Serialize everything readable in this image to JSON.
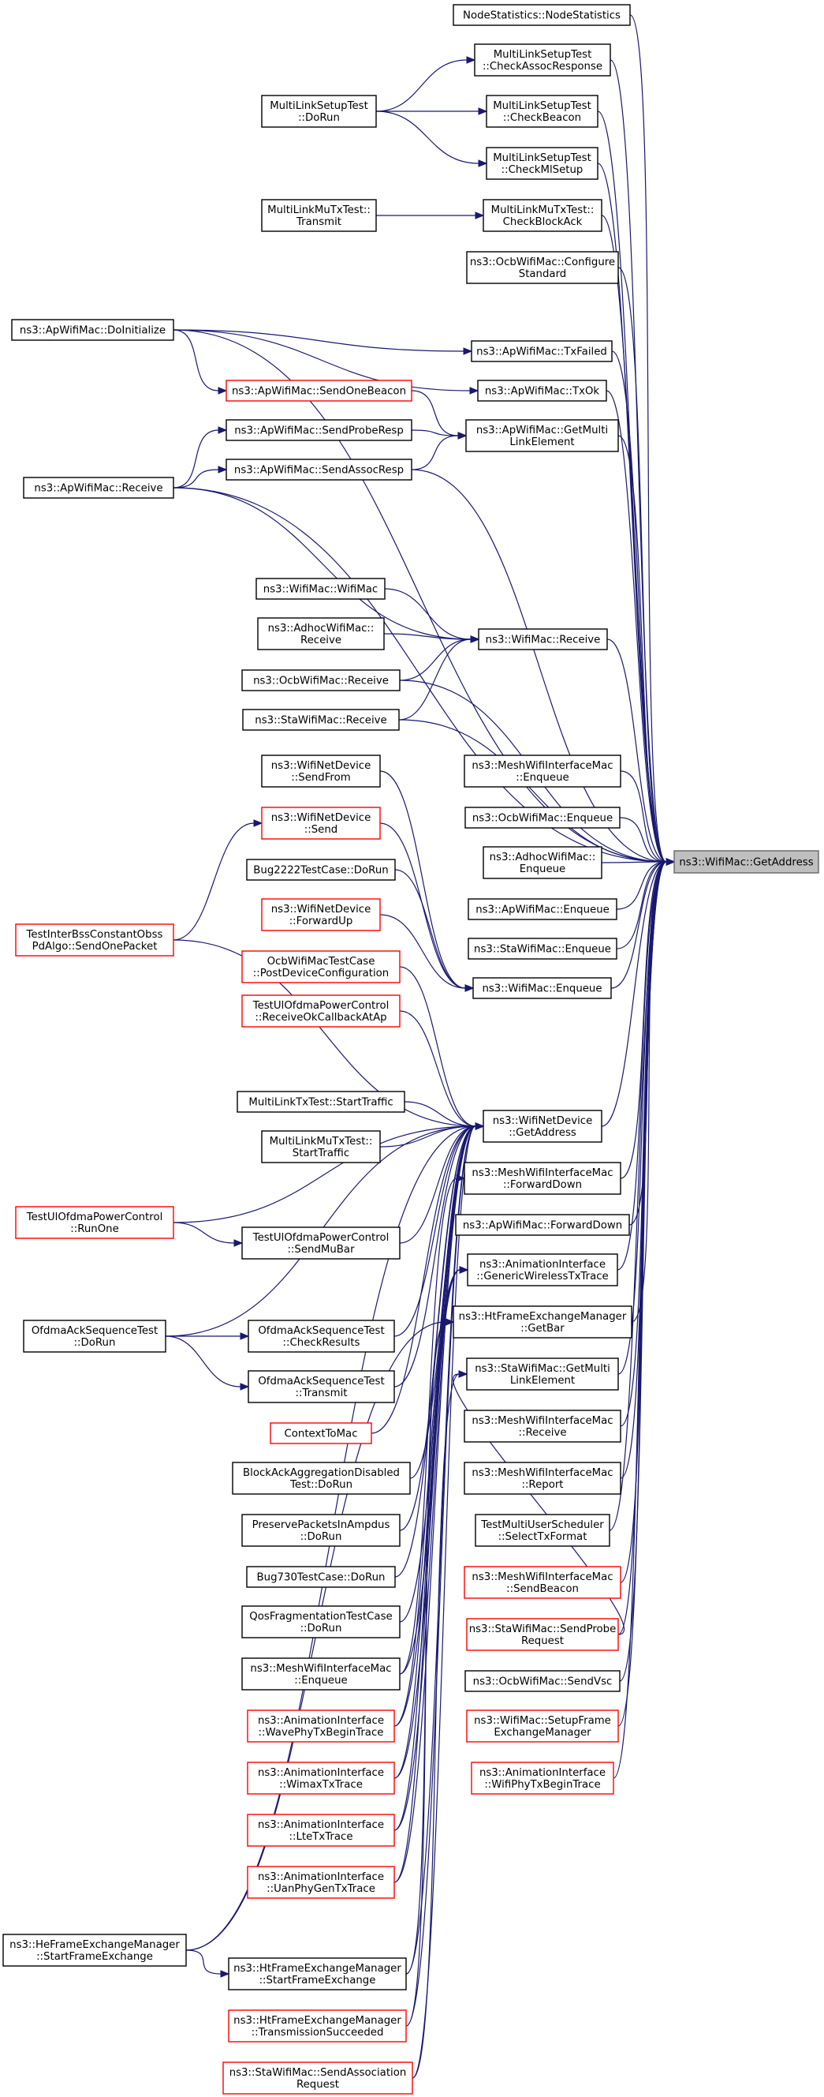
{
  "colors": {
    "edge": "#191970",
    "normal_border": "#000000",
    "truncated_border": "#ff0000",
    "target_fill": "#bfbfbf"
  },
  "target": {
    "id": "target",
    "lines": [
      "ns3::WifiMac::GetAddress"
    ]
  },
  "nodes": [
    {
      "id": "n1",
      "lines": [
        "NodeStatistics::NodeStatistics"
      ],
      "red": false
    },
    {
      "id": "n2",
      "lines": [
        "MultiLinkSetupTest",
        "::CheckAssocResponse"
      ],
      "red": false
    },
    {
      "id": "n3",
      "lines": [
        "MultiLinkSetupTest",
        "::CheckBeacon"
      ],
      "red": false
    },
    {
      "id": "n4",
      "lines": [
        "MultiLinkSetupTest",
        "::CheckMlSetup"
      ],
      "red": false
    },
    {
      "id": "n5",
      "lines": [
        "MultiLinkSetupTest",
        "::DoRun"
      ],
      "red": false
    },
    {
      "id": "n6",
      "lines": [
        "MultiLinkMuTxTest::",
        "CheckBlockAck"
      ],
      "red": false
    },
    {
      "id": "n7",
      "lines": [
        "MultiLinkMuTxTest::",
        "Transmit"
      ],
      "red": false
    },
    {
      "id": "n8",
      "lines": [
        "ns3::OcbWifiMac::Configure",
        "Standard"
      ],
      "red": false
    },
    {
      "id": "n9",
      "lines": [
        "ns3::ApWifiMac::DoInitialize"
      ],
      "red": false
    },
    {
      "id": "n10",
      "lines": [
        "ns3::ApWifiMac::TxFailed"
      ],
      "red": false
    },
    {
      "id": "n11",
      "lines": [
        "ns3::ApWifiMac::TxOk"
      ],
      "red": false
    },
    {
      "id": "n12",
      "lines": [
        "ns3::ApWifiMac::SendOneBeacon"
      ],
      "red": true
    },
    {
      "id": "n13",
      "lines": [
        "ns3::ApWifiMac::SendProbeResp"
      ],
      "red": false
    },
    {
      "id": "n14",
      "lines": [
        "ns3::ApWifiMac::GetMulti",
        "LinkElement"
      ],
      "red": false
    },
    {
      "id": "n15",
      "lines": [
        "ns3::ApWifiMac::SendAssocResp"
      ],
      "red": false
    },
    {
      "id": "n16",
      "lines": [
        "ns3::ApWifiMac::Receive"
      ],
      "red": false
    },
    {
      "id": "n17",
      "lines": [
        "ns3::WifiMac::WifiMac"
      ],
      "red": false
    },
    {
      "id": "n18",
      "lines": [
        "ns3::AdhocWifiMac::",
        "Receive"
      ],
      "red": false
    },
    {
      "id": "n19",
      "lines": [
        "ns3::WifiMac::Receive"
      ],
      "red": false
    },
    {
      "id": "n20",
      "lines": [
        "ns3::OcbWifiMac::Receive"
      ],
      "red": false
    },
    {
      "id": "n21",
      "lines": [
        "ns3::StaWifiMac::Receive"
      ],
      "red": false
    },
    {
      "id": "n22",
      "lines": [
        "ns3::WifiNetDevice",
        "::SendFrom"
      ],
      "red": false
    },
    {
      "id": "n23",
      "lines": [
        "ns3::MeshWifiInterfaceMac",
        "::Enqueue"
      ],
      "red": false
    },
    {
      "id": "n24",
      "lines": [
        "ns3::OcbWifiMac::Enqueue"
      ],
      "red": false
    },
    {
      "id": "n25",
      "lines": [
        "ns3::WifiNetDevice",
        "::Send"
      ],
      "red": true
    },
    {
      "id": "n26",
      "lines": [
        "ns3::AdhocWifiMac::",
        "Enqueue"
      ],
      "red": false
    },
    {
      "id": "n27",
      "lines": [
        "Bug2222TestCase::DoRun"
      ],
      "red": false
    },
    {
      "id": "n28",
      "lines": [
        "ns3::ApWifiMac::Enqueue"
      ],
      "red": false
    },
    {
      "id": "n29",
      "lines": [
        "ns3::WifiNetDevice",
        "::ForwardUp"
      ],
      "red": true
    },
    {
      "id": "n30",
      "lines": [
        "TestInterBssConstantObss",
        "PdAlgo::SendOnePacket"
      ],
      "red": true
    },
    {
      "id": "n31",
      "lines": [
        "ns3::StaWifiMac::Enqueue"
      ],
      "red": false
    },
    {
      "id": "n32",
      "lines": [
        "OcbWifiMacTestCase",
        "::PostDeviceConfiguration"
      ],
      "red": true
    },
    {
      "id": "n33",
      "lines": [
        "ns3::WifiMac::Enqueue"
      ],
      "red": false
    },
    {
      "id": "n34",
      "lines": [
        "TestUlOfdmaPowerControl",
        "::ReceiveOkCallbackAtAp"
      ],
      "red": true
    },
    {
      "id": "n35",
      "lines": [
        "MultiLinkTxTest::StartTraffic"
      ],
      "red": false
    },
    {
      "id": "n36",
      "lines": [
        "ns3::WifiNetDevice",
        "::GetAddress"
      ],
      "red": false
    },
    {
      "id": "n37",
      "lines": [
        "MultiLinkMuTxTest::",
        "StartTraffic"
      ],
      "red": false
    },
    {
      "id": "n38",
      "lines": [
        "ns3::MeshWifiInterfaceMac",
        "::ForwardDown"
      ],
      "red": false
    },
    {
      "id": "n39",
      "lines": [
        "TestUlOfdmaPowerControl",
        "::RunOne"
      ],
      "red": true
    },
    {
      "id": "n40",
      "lines": [
        "ns3::ApWifiMac::ForwardDown"
      ],
      "red": false
    },
    {
      "id": "n41",
      "lines": [
        "TestUlOfdmaPowerControl",
        "::SendMuBar"
      ],
      "red": false
    },
    {
      "id": "n42",
      "lines": [
        "ns3::AnimationInterface",
        "::GenericWirelessTxTrace"
      ],
      "red": false
    },
    {
      "id": "n43",
      "lines": [
        "ns3::HtFrameExchangeManager",
        "::GetBar"
      ],
      "red": false
    },
    {
      "id": "n44",
      "lines": [
        "OfdmaAckSequenceTest",
        "::DoRun"
      ],
      "red": false
    },
    {
      "id": "n45",
      "lines": [
        "OfdmaAckSequenceTest",
        "::CheckResults"
      ],
      "red": false
    },
    {
      "id": "n46",
      "lines": [
        "ns3::StaWifiMac::GetMulti",
        "LinkElement"
      ],
      "red": false
    },
    {
      "id": "n47",
      "lines": [
        "OfdmaAckSequenceTest",
        "::Transmit"
      ],
      "red": false
    },
    {
      "id": "n48",
      "lines": [
        "ns3::MeshWifiInterfaceMac",
        "::Receive"
      ],
      "red": false
    },
    {
      "id": "n49",
      "lines": [
        "ContextToMac"
      ],
      "red": true
    },
    {
      "id": "n50",
      "lines": [
        "BlockAckAggregationDisabled",
        "Test::DoRun"
      ],
      "red": false
    },
    {
      "id": "n51",
      "lines": [
        "ns3::MeshWifiInterfaceMac",
        "::Report"
      ],
      "red": false
    },
    {
      "id": "n52",
      "lines": [
        "PreservePacketsInAmpdus",
        "::DoRun"
      ],
      "red": false
    },
    {
      "id": "n53",
      "lines": [
        "TestMultiUserScheduler",
        "::SelectTxFormat"
      ],
      "red": false
    },
    {
      "id": "n54",
      "lines": [
        "Bug730TestCase::DoRun"
      ],
      "red": false
    },
    {
      "id": "n55",
      "lines": [
        "ns3::MeshWifiInterfaceMac",
        "::SendBeacon"
      ],
      "red": true
    },
    {
      "id": "n56",
      "lines": [
        "QosFragmentationTestCase",
        "::DoRun"
      ],
      "red": false
    },
    {
      "id": "n57",
      "lines": [
        "ns3::StaWifiMac::SendProbe",
        "Request"
      ],
      "red": true
    },
    {
      "id": "n58",
      "lines": [
        "ns3::MeshWifiInterfaceMac",
        "::Enqueue"
      ],
      "red": false
    },
    {
      "id": "n59",
      "lines": [
        "ns3::OcbWifiMac::SendVsc"
      ],
      "red": false
    },
    {
      "id": "n60",
      "lines": [
        "ns3::AnimationInterface",
        "::WavePhyTxBeginTrace"
      ],
      "red": true
    },
    {
      "id": "n61",
      "lines": [
        "ns3::WifiMac::SetupFrame",
        "ExchangeManager"
      ],
      "red": true
    },
    {
      "id": "n62",
      "lines": [
        "ns3::AnimationInterface",
        "::WimaxTxTrace"
      ],
      "red": true
    },
    {
      "id": "n63",
      "lines": [
        "ns3::AnimationInterface",
        "::WifiPhyTxBeginTrace"
      ],
      "red": true
    },
    {
      "id": "n64",
      "lines": [
        "ns3::AnimationInterface",
        "::LteTxTrace"
      ],
      "red": true
    },
    {
      "id": "n65",
      "lines": [
        "ns3::AnimationInterface",
        "::UanPhyGenTxTrace"
      ],
      "red": true
    },
    {
      "id": "n66",
      "lines": [
        "ns3::HeFrameExchangeManager",
        "::StartFrameExchange"
      ],
      "red": false
    },
    {
      "id": "n67",
      "lines": [
        "ns3::HtFrameExchangeManager",
        "::StartFrameExchange"
      ],
      "red": false
    },
    {
      "id": "n68",
      "lines": [
        "ns3::HtFrameExchangeManager",
        "::TransmissionSucceeded"
      ],
      "red": true
    },
    {
      "id": "n69",
      "lines": [
        "ns3::StaWifiMac::SendAssociation",
        "Request"
      ],
      "red": true
    }
  ],
  "edges": [
    [
      "n1",
      "target"
    ],
    [
      "n2",
      "target"
    ],
    [
      "n3",
      "target"
    ],
    [
      "n4",
      "target"
    ],
    [
      "n6",
      "target"
    ],
    [
      "n8",
      "target"
    ],
    [
      "n9",
      "target"
    ],
    [
      "n10",
      "target"
    ],
    [
      "n11",
      "target"
    ],
    [
      "n14",
      "target"
    ],
    [
      "n15",
      "target"
    ],
    [
      "n16",
      "target"
    ],
    [
      "n19",
      "target"
    ],
    [
      "n20",
      "target"
    ],
    [
      "n21",
      "target"
    ],
    [
      "n23",
      "target"
    ],
    [
      "n24",
      "target"
    ],
    [
      "n26",
      "target"
    ],
    [
      "n28",
      "target"
    ],
    [
      "n31",
      "target"
    ],
    [
      "n33",
      "target"
    ],
    [
      "n36",
      "target"
    ],
    [
      "n38",
      "target"
    ],
    [
      "n40",
      "target"
    ],
    [
      "n42",
      "target"
    ],
    [
      "n43",
      "target"
    ],
    [
      "n46",
      "target"
    ],
    [
      "n48",
      "target"
    ],
    [
      "n51",
      "target"
    ],
    [
      "n53",
      "target"
    ],
    [
      "n55",
      "target"
    ],
    [
      "n57",
      "target"
    ],
    [
      "n59",
      "target"
    ],
    [
      "n61",
      "target"
    ],
    [
      "n63",
      "target"
    ],
    [
      "n5",
      "n2"
    ],
    [
      "n5",
      "n3"
    ],
    [
      "n5",
      "n4"
    ],
    [
      "n7",
      "n6"
    ],
    [
      "n9",
      "n10"
    ],
    [
      "n9",
      "n11"
    ],
    [
      "n9",
      "n12"
    ],
    [
      "n12",
      "n14"
    ],
    [
      "n13",
      "n14"
    ],
    [
      "n15",
      "n14"
    ],
    [
      "n16",
      "n13"
    ],
    [
      "n16",
      "n15"
    ],
    [
      "n16",
      "n19"
    ],
    [
      "n17",
      "n19"
    ],
    [
      "n18",
      "n19"
    ],
    [
      "n20",
      "n19"
    ],
    [
      "n21",
      "n19"
    ],
    [
      "n22",
      "n33"
    ],
    [
      "n25",
      "n33"
    ],
    [
      "n27",
      "n33"
    ],
    [
      "n29",
      "n33"
    ],
    [
      "n30",
      "n25"
    ],
    [
      "n30",
      "n36"
    ],
    [
      "n32",
      "n36"
    ],
    [
      "n34",
      "n36"
    ],
    [
      "n35",
      "n36"
    ],
    [
      "n37",
      "n36"
    ],
    [
      "n39",
      "n36"
    ],
    [
      "n41",
      "n36"
    ],
    [
      "n44",
      "n36"
    ],
    [
      "n45",
      "n36"
    ],
    [
      "n47",
      "n36"
    ],
    [
      "n49",
      "n36"
    ],
    [
      "n50",
      "n36"
    ],
    [
      "n52",
      "n36"
    ],
    [
      "n54",
      "n36"
    ],
    [
      "n56",
      "n36"
    ],
    [
      "n58",
      "n36"
    ],
    [
      "n60",
      "n36"
    ],
    [
      "n62",
      "n36"
    ],
    [
      "n64",
      "n36"
    ],
    [
      "n65",
      "n36"
    ],
    [
      "n66",
      "n36"
    ],
    [
      "n67",
      "n36"
    ],
    [
      "n68",
      "n36"
    ],
    [
      "n69",
      "n36"
    ],
    [
      "n39",
      "n41"
    ],
    [
      "n44",
      "n45"
    ],
    [
      "n44",
      "n47"
    ],
    [
      "n66",
      "n67"
    ],
    [
      "n60",
      "n42"
    ],
    [
      "n62",
      "n42"
    ],
    [
      "n64",
      "n42"
    ],
    [
      "n65",
      "n42"
    ],
    [
      "n66",
      "n43"
    ],
    [
      "n67",
      "n43"
    ],
    [
      "n68",
      "n43"
    ],
    [
      "n69",
      "n46"
    ],
    [
      "n57",
      "n46"
    ],
    [
      "n58",
      "n38"
    ]
  ]
}
